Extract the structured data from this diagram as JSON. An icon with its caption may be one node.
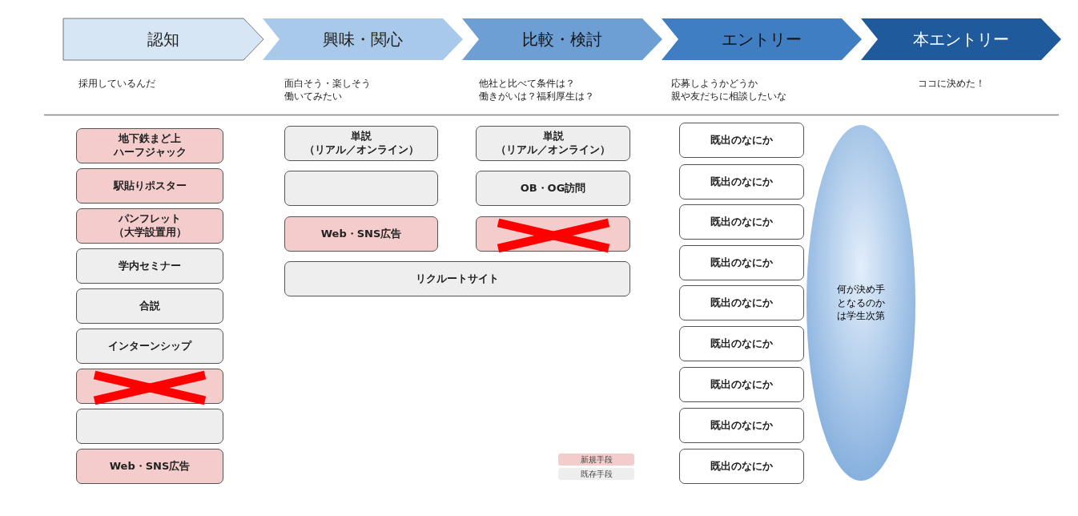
{
  "diagram": {
    "nodes": [
      {
        "text": [
          "認知"
        ],
        "beside": [
          "採用しているんだ"
        ]
      },
      {
        "text": [
          "興味・関心"
        ],
        "beside": [
          "面白そう・楽しそう",
          "働いてみたい"
        ]
      },
      {
        "text": [
          "比較・検討"
        ],
        "beside": [
          "他社と比べて条件は？",
          "働きがいは？福利厚生は？"
        ]
      },
      {
        "text": [
          "エントリー"
        ],
        "beside": [
          "応募しようかどうか",
          "親や友だちに相談したいな"
        ]
      },
      {
        "text": [
          "本エントリー"
        ],
        "beside": [
          "ココに決めた！"
        ]
      },
      {
        "text": [
          "地下鉄まど上ハーフジャック"
        ]
      },
      {
        "text": [
          "駅貼りポスター"
        ]
      },
      {
        "text": [
          "パンフレット（大学設置用）"
        ]
      },
      {
        "text": [
          "学内セミナー"
        ]
      },
      {
        "text": [
          "合説"
        ]
      },
      {
        "text": [
          "インターンシップ"
        ]
      },
      {
        "text": [],
        "shape": "box"
      },
      {
        "text": [],
        "shape": "box"
      },
      {
        "text": [
          "Web・SNS広告"
        ]
      },
      {
        "text": [
          "単説（リアル／オンライン）"
        ]
      },
      {
        "text": [],
        "shape": "box"
      },
      {
        "text": [
          "Web・SNS広告"
        ]
      },
      {
        "text": [
          "リクルートサイト"
        ]
      },
      {
        "text": [
          "単説（リアル／オンライン）"
        ]
      },
      {
        "text": [
          "OB・OG訪問"
        ]
      },
      {
        "text": [],
        "shape": "box"
      },
      {
        "text": [
          "既出のなにか"
        ]
      },
      {
        "text": [
          "既出のなにか"
        ]
      },
      {
        "text": [
          "既出のなにか"
        ]
      },
      {
        "text": [
          "既出のなにか"
        ]
      },
      {
        "text": [
          "既出のなにか"
        ]
      },
      {
        "text": [
          "既出のなにか"
        ]
      },
      {
        "text": [
          "既出のなにか"
        ]
      },
      {
        "text": [
          "既出のなにか"
        ]
      },
      {
        "text": [
          "既出のなにか"
        ]
      },
      {
        "text": [
          "何が決め手となるのかは学生次第"
        ]
      }
    ],
    "legend": [
      {
        "text": "新規手段",
        "color": "#f4cccc"
      },
      {
        "text": "既存手段",
        "color": "#eeeeee"
      }
    ]
  }
}
